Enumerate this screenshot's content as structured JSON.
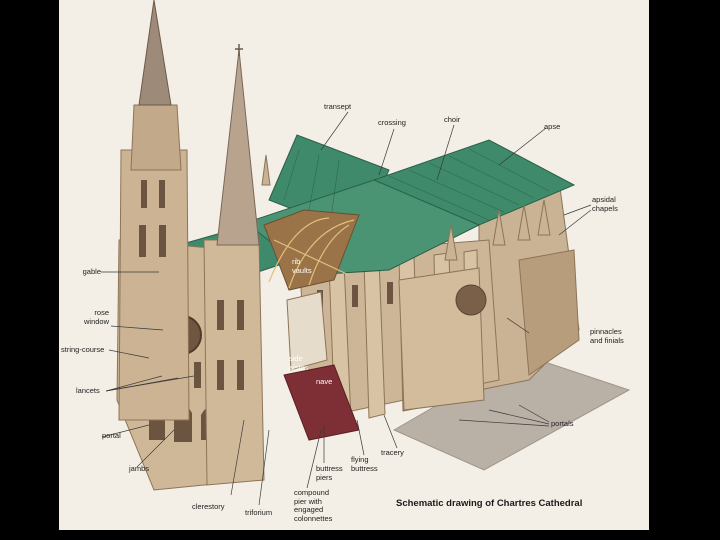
{
  "caption": "Schematic drawing of Chartres Cathedral",
  "labels": {
    "transept": "transept",
    "crossing": "crossing",
    "choir": "choir",
    "apse": "apse",
    "apsidal_chapels": "apsidal\nchapels",
    "rib_vaults": "rib\nvaults",
    "gable": "gable",
    "rose_window": "rose\nwindow",
    "string_course": "string-course",
    "lancets": "lancets",
    "portal": "portal",
    "jambs": "jambs",
    "side_aisles": "side\naisles",
    "nave": "nave",
    "pinnacles_finials": "pinnacles\nand finials",
    "portals": "portals",
    "tracery": "tracery",
    "flying_buttress": "flying\nbuttress",
    "buttress_piers": "buttress\npiers",
    "compound_pier": "compound\npier with\nengaged\ncolonnettes",
    "clerestory": "clerestory",
    "triforium": "triforium"
  },
  "colors": {
    "background": "#000000",
    "page": "#f3efe6",
    "roof": "#3f8a6a",
    "stone": "#c4ab8c",
    "stone_dark": "#8d7458",
    "nave_floor": "#7d2f35"
  }
}
